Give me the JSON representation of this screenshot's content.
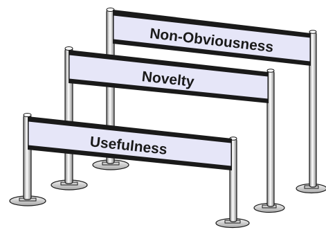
{
  "hurdles": [
    {
      "id": "back",
      "label": "Non-Obviousness"
    },
    {
      "id": "middle",
      "label": "Novelty"
    },
    {
      "id": "front",
      "label": "Usefulness"
    }
  ],
  "colors": {
    "banner_fill": "#e6e6f8",
    "outline": "#1a1a1a",
    "post_light": "#ffffff",
    "post_shade": "#9a9a9a",
    "base_fill": "#e2e2e2"
  }
}
